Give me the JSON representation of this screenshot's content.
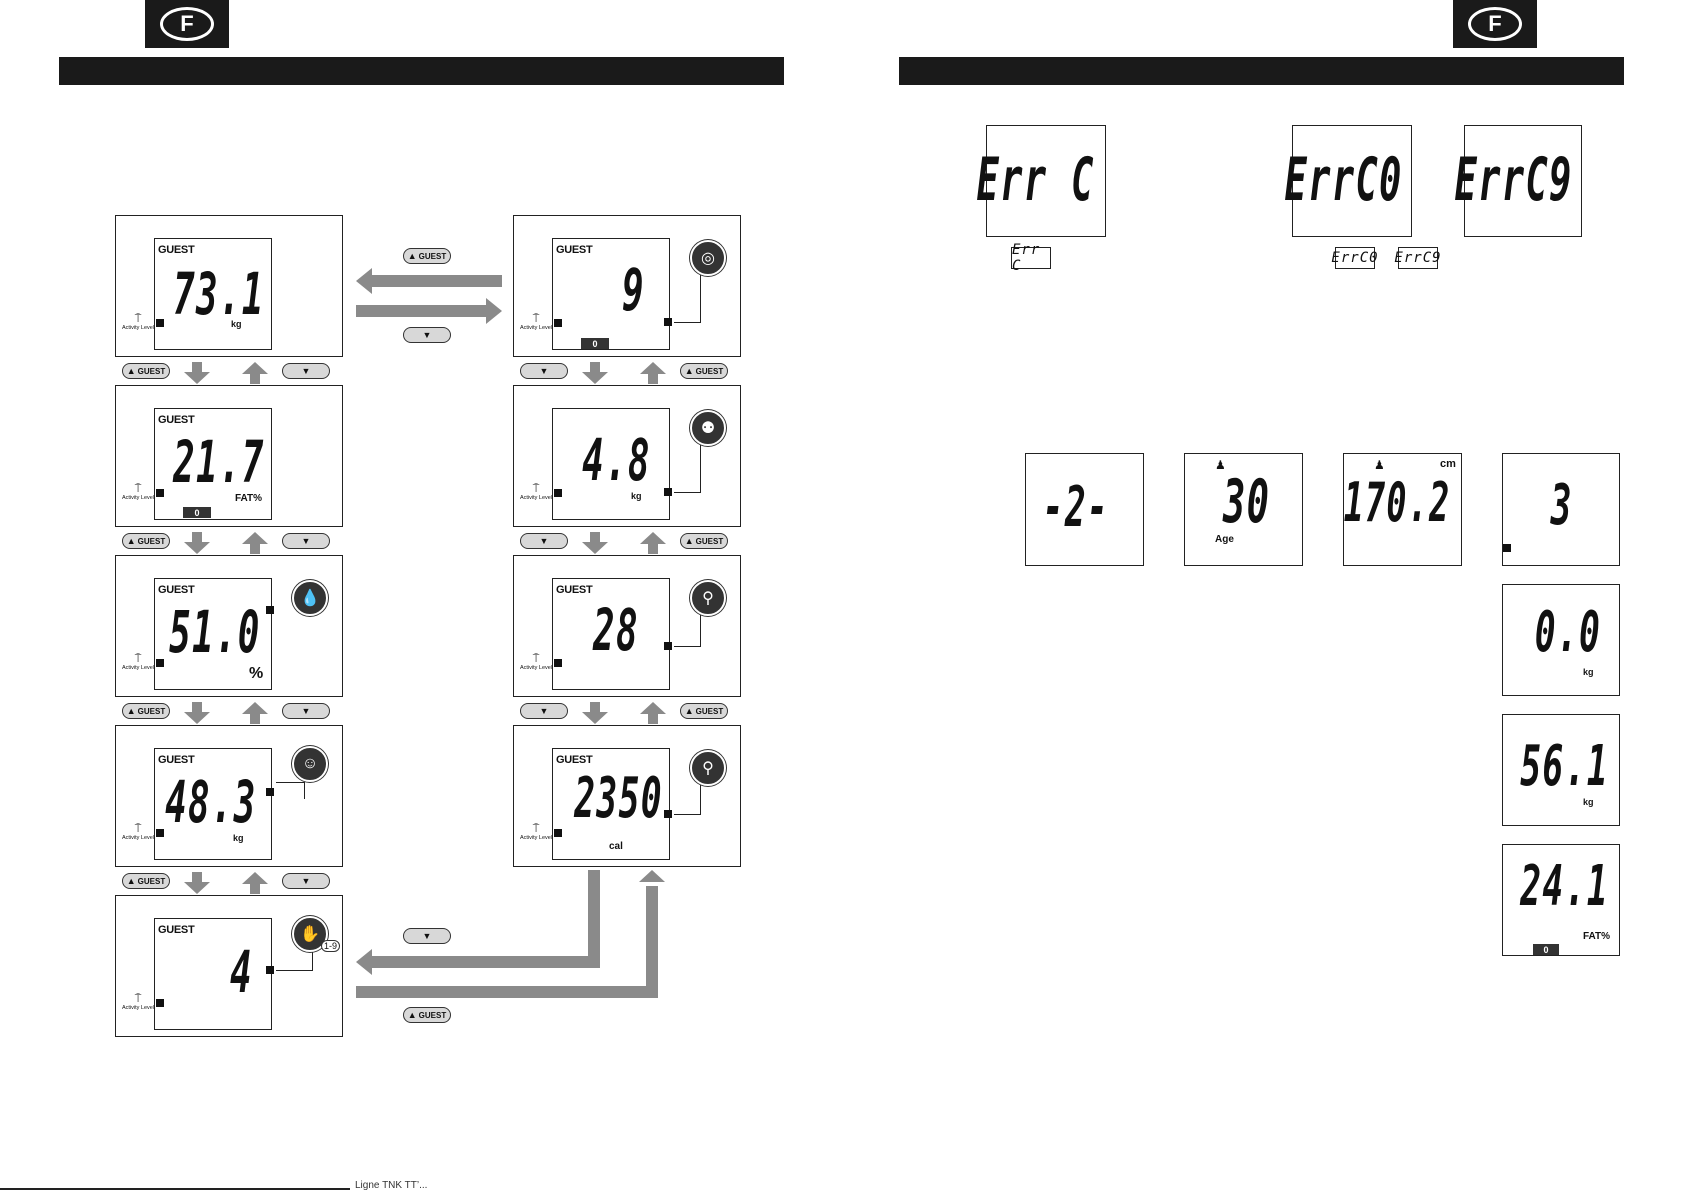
{
  "page": {
    "badge_letter": "F",
    "footer_text": "Ligne TNK TT’..."
  },
  "left": {
    "guest_label": "GUEST",
    "activity_label": "Activity Level",
    "buttons": {
      "guest": "GUEST"
    },
    "left_column": [
      {
        "value": "73.1",
        "unit": "kg"
      },
      {
        "value": "21.7",
        "unit": "FAT%",
        "bar": "0"
      },
      {
        "value": "51.0",
        "unit": "%",
        "icon": "water-icon"
      },
      {
        "value": "48.3",
        "unit": "kg",
        "icon": "muscle-icon"
      },
      {
        "value": "4",
        "icon": "activity-person-icon",
        "icon_sub": "1-9"
      }
    ],
    "right_column": [
      {
        "value": "9",
        "show_guest": true,
        "icon": "visceral-icon",
        "bar": "0"
      },
      {
        "value": "4.8",
        "unit": "kg",
        "show_guest": false,
        "icon": "bone-icon"
      },
      {
        "value": "28",
        "show_guest": true,
        "icon": "bmi-icon"
      },
      {
        "value": "2350",
        "unit": "cal",
        "show_guest": true,
        "icon": "calorie-icon"
      }
    ]
  },
  "right": {
    "errors": [
      {
        "display": "Err C",
        "mini": "Err C"
      },
      {
        "display": "ErrC0",
        "mini": "ErrC0"
      },
      {
        "display": "ErrC9",
        "mini": "ErrC9"
      }
    ],
    "row_displays": [
      {
        "value": "-2-"
      },
      {
        "value": "30",
        "label": "Age"
      },
      {
        "value": "170.2",
        "unit": "cm"
      },
      {
        "value": "3"
      }
    ],
    "column_displays": [
      {
        "value": "0.0",
        "unit": "kg"
      },
      {
        "value": "56.1",
        "unit": "kg"
      },
      {
        "value": "24.1",
        "unit": "FAT%",
        "bar": "0"
      }
    ]
  }
}
